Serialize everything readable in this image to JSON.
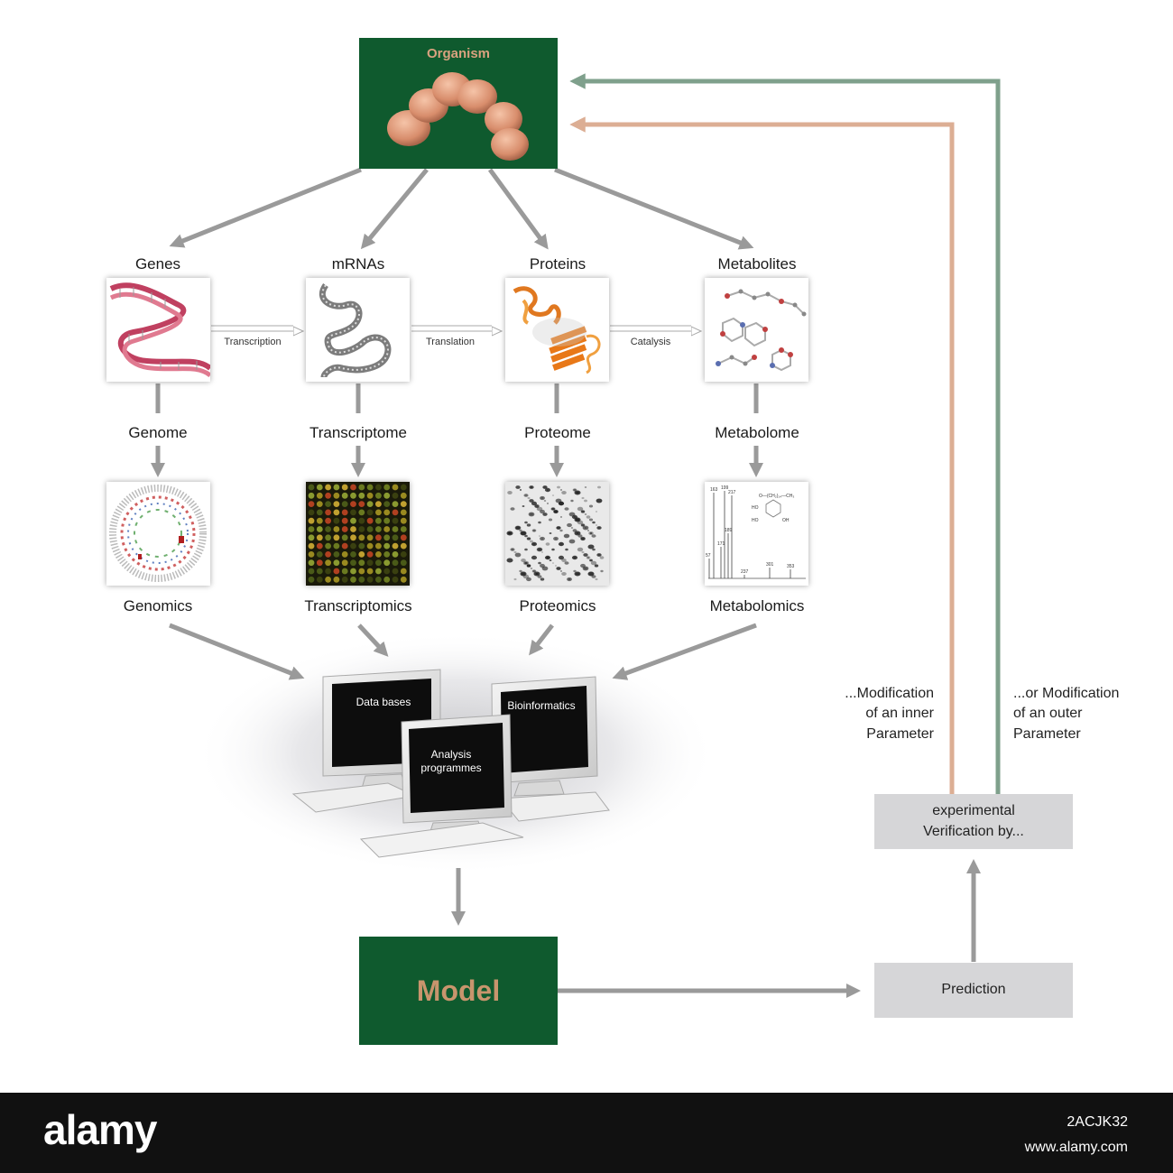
{
  "organism": {
    "title": "Organism"
  },
  "categories": {
    "genes": "Genes",
    "mrnas": "mRNAs",
    "proteins": "Proteins",
    "metabolites": "Metabolites"
  },
  "processes": {
    "transcription": "Transcription",
    "translation": "Translation",
    "catalysis": "Catalysis"
  },
  "omes": {
    "genome": "Genome",
    "transcriptome": "Transcriptome",
    "proteome": "Proteome",
    "metabolome": "Metabolome"
  },
  "omics": {
    "genomics": "Genomics",
    "transcriptomics": "Transcriptomics",
    "proteomics": "Proteomics",
    "metabolomics": "Metabolomics"
  },
  "computers": {
    "databases": "Data bases",
    "bioinformatics": "Bioinformatics",
    "analysis_line1": "Analysis",
    "analysis_line2": "programmes"
  },
  "ms_spectrum": {
    "peaks": [
      "163",
      "199",
      "217",
      "189",
      "171",
      "57",
      "237",
      "301",
      "353"
    ]
  },
  "model": {
    "title": "Model"
  },
  "prediction": {
    "label": "Prediction"
  },
  "verification": {
    "line1": "experimental",
    "line2": "Verification by..."
  },
  "notes": {
    "inner_line1": "...Modification",
    "inner_line2": "of an inner",
    "inner_line3": "Parameter",
    "outer_line1": "...or Modification",
    "outer_line2": "of an outer",
    "outer_line3": "Parameter"
  },
  "footer": {
    "logo": "alamy",
    "image_code": "2ACJK32",
    "url": "www.alamy.com"
  },
  "colors": {
    "dark_green": "#0f5a2e",
    "organism_title": "#d9a27f",
    "model_title": "#c8956d",
    "arrow_grey": "#9a9a9a",
    "feedback_green": "#7fa08c",
    "feedback_peach": "#dcae94",
    "box_grey": "#d6d6d8"
  }
}
